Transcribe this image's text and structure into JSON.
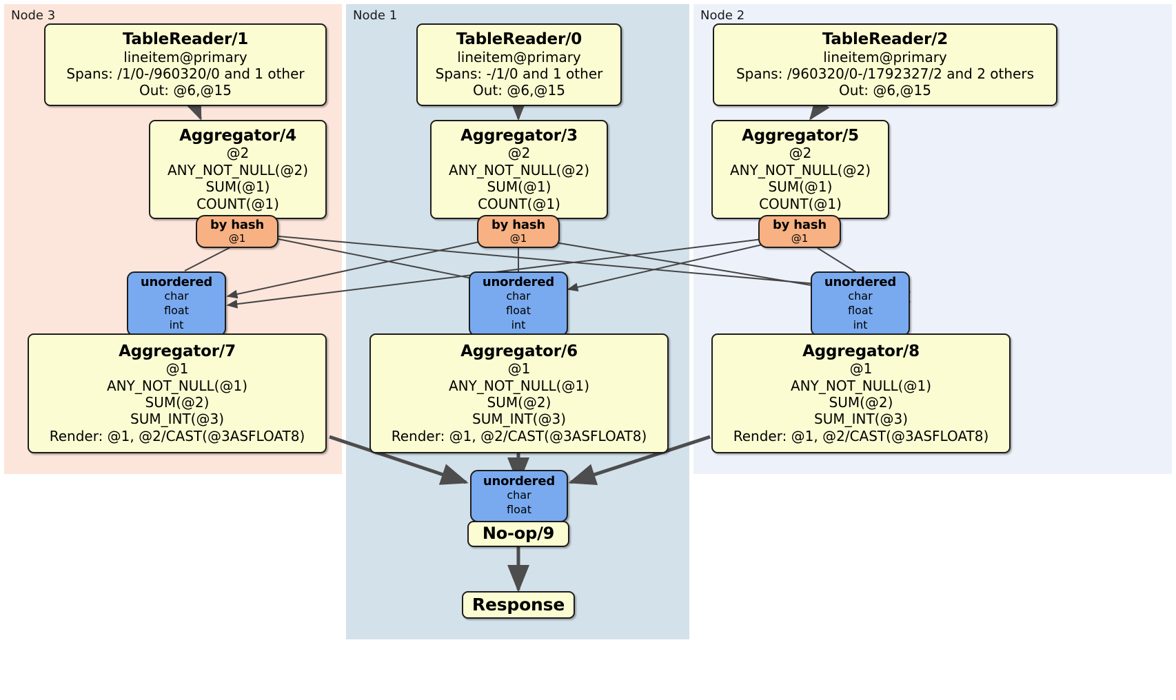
{
  "diagram": {
    "type": "distributed-query-plan",
    "regions": [
      {
        "id": "node3",
        "label": "Node 3",
        "color": "#fce5da"
      },
      {
        "id": "node1",
        "label": "Node 1",
        "color": "#d3e1ea"
      },
      {
        "id": "node2",
        "label": "Node 2",
        "color": "#edf1fa"
      }
    ],
    "nodes": {
      "tablereader_1": {
        "title": "TableReader/1",
        "lines": [
          "lineitem@primary",
          "Spans: /1/0-/960320/0 and 1 other",
          "Out: @6,@15"
        ]
      },
      "tablereader_0": {
        "title": "TableReader/0",
        "lines": [
          "lineitem@primary",
          "Spans: -/1/0 and 1 other",
          "Out: @6,@15"
        ]
      },
      "tablereader_2": {
        "title": "TableReader/2",
        "lines": [
          "lineitem@primary",
          "Spans: /960320/0-/1792327/2 and 2 others",
          "Out: @6,@15"
        ]
      },
      "aggregator_4": {
        "title": "Aggregator/4",
        "lines": [
          "@2",
          "ANY_NOT_NULL(@2)",
          "SUM(@1)",
          "COUNT(@1)"
        ]
      },
      "aggregator_3": {
        "title": "Aggregator/3",
        "lines": [
          "@2",
          "ANY_NOT_NULL(@2)",
          "SUM(@1)",
          "COUNT(@1)"
        ]
      },
      "aggregator_5": {
        "title": "Aggregator/5",
        "lines": [
          "@2",
          "ANY_NOT_NULL(@2)",
          "SUM(@1)",
          "COUNT(@1)"
        ]
      },
      "router_left": {
        "title": "by hash",
        "lines": [
          "@1"
        ]
      },
      "router_middle": {
        "title": "by hash",
        "lines": [
          "@1"
        ]
      },
      "router_right": {
        "title": "by hash",
        "lines": [
          "@1"
        ]
      },
      "receiver_left": {
        "title": "unordered",
        "lines": [
          "char",
          "float",
          "int"
        ]
      },
      "receiver_middle": {
        "title": "unordered",
        "lines": [
          "char",
          "float",
          "int"
        ]
      },
      "receiver_right": {
        "title": "unordered",
        "lines": [
          "char",
          "float",
          "int"
        ]
      },
      "aggregator_7": {
        "title": "Aggregator/7",
        "lines": [
          "@1",
          "ANY_NOT_NULL(@1)",
          "SUM(@2)",
          "SUM_INT(@3)",
          "Render: @1, @2/CAST(@3ASFLOAT8)"
        ]
      },
      "aggregator_6": {
        "title": "Aggregator/6",
        "lines": [
          "@1",
          "ANY_NOT_NULL(@1)",
          "SUM(@2)",
          "SUM_INT(@3)",
          "Render: @1, @2/CAST(@3ASFLOAT8)"
        ]
      },
      "aggregator_8": {
        "title": "Aggregator/8",
        "lines": [
          "@1",
          "ANY_NOT_NULL(@1)",
          "SUM(@2)",
          "SUM_INT(@3)",
          "Render: @1, @2/CAST(@3ASFLOAT8)"
        ]
      },
      "receiver_final": {
        "title": "unordered",
        "lines": [
          "char",
          "float"
        ]
      },
      "noop_9": {
        "title": "No-op/9",
        "lines": []
      },
      "response": {
        "title": "Response",
        "lines": []
      }
    }
  }
}
